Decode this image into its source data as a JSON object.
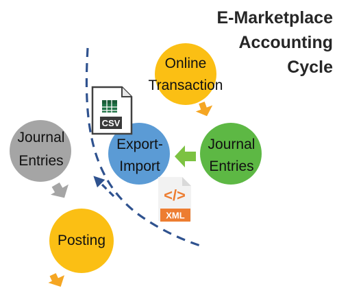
{
  "title": {
    "lines": [
      "E-Marketplace",
      "Accounting",
      "Cycle"
    ]
  },
  "nodes": {
    "online_transaction": {
      "line1": "Online",
      "line2": "Transaction",
      "color": "#FBBF14"
    },
    "export_import": {
      "line1": "Export-",
      "line2": "Import",
      "color": "#5B9BD5"
    },
    "journal_entries_right": {
      "line1": "Journal",
      "line2": "Entries",
      "color": "#5DB844"
    },
    "journal_entries_left": {
      "line1": "Journal",
      "line2": "Entries",
      "color": "#A5A5A5"
    },
    "posting": {
      "label": "Posting",
      "color": "#FBBF14"
    }
  },
  "files": {
    "csv": {
      "label": "CSV",
      "icon": "excel-csv-file-icon",
      "color": "#217346"
    },
    "xml": {
      "label": "XML",
      "icon": "xml-code-file-icon",
      "color": "#ED7D31"
    }
  },
  "divider": {
    "style": "dashed",
    "color": "#2F528F"
  }
}
